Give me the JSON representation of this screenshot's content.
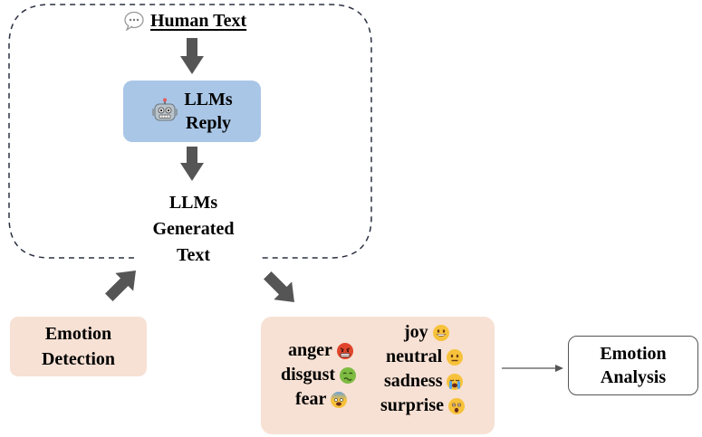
{
  "nodes": {
    "human_text": "Human Text",
    "llm_reply_line1": "LLMs",
    "llm_reply_line2": "Reply",
    "generated_line1": "LLMs",
    "generated_line2": "Generated",
    "generated_line3": "Text",
    "detection_line1": "Emotion",
    "detection_line2": "Detection",
    "analysis_line1": "Emotion",
    "analysis_line2": "Analysis"
  },
  "emotions": {
    "anger": "anger",
    "disgust": "disgust",
    "fear": "fear",
    "joy": "joy",
    "neutral": "neutral",
    "sadness": "sadness",
    "surprise": "surprise"
  },
  "icons": {
    "speech": "speech-bubble-icon",
    "robot": "robot-icon",
    "anger": "angry-face-icon",
    "disgust": "nauseated-face-icon",
    "fear": "fearful-face-icon",
    "joy": "grinning-face-icon",
    "neutral": "neutral-face-icon",
    "sadness": "crying-face-icon",
    "surprise": "astonished-face-icon"
  },
  "colors": {
    "reply_box": "#a9c6e6",
    "emotion_box": "#f7e1d4",
    "arrow": "#555555",
    "emoji_yellow": "#f7c23b",
    "anger_red": "#e0452c",
    "disgust_green": "#7dbb42",
    "fear_blue": "#6aa1d8"
  }
}
